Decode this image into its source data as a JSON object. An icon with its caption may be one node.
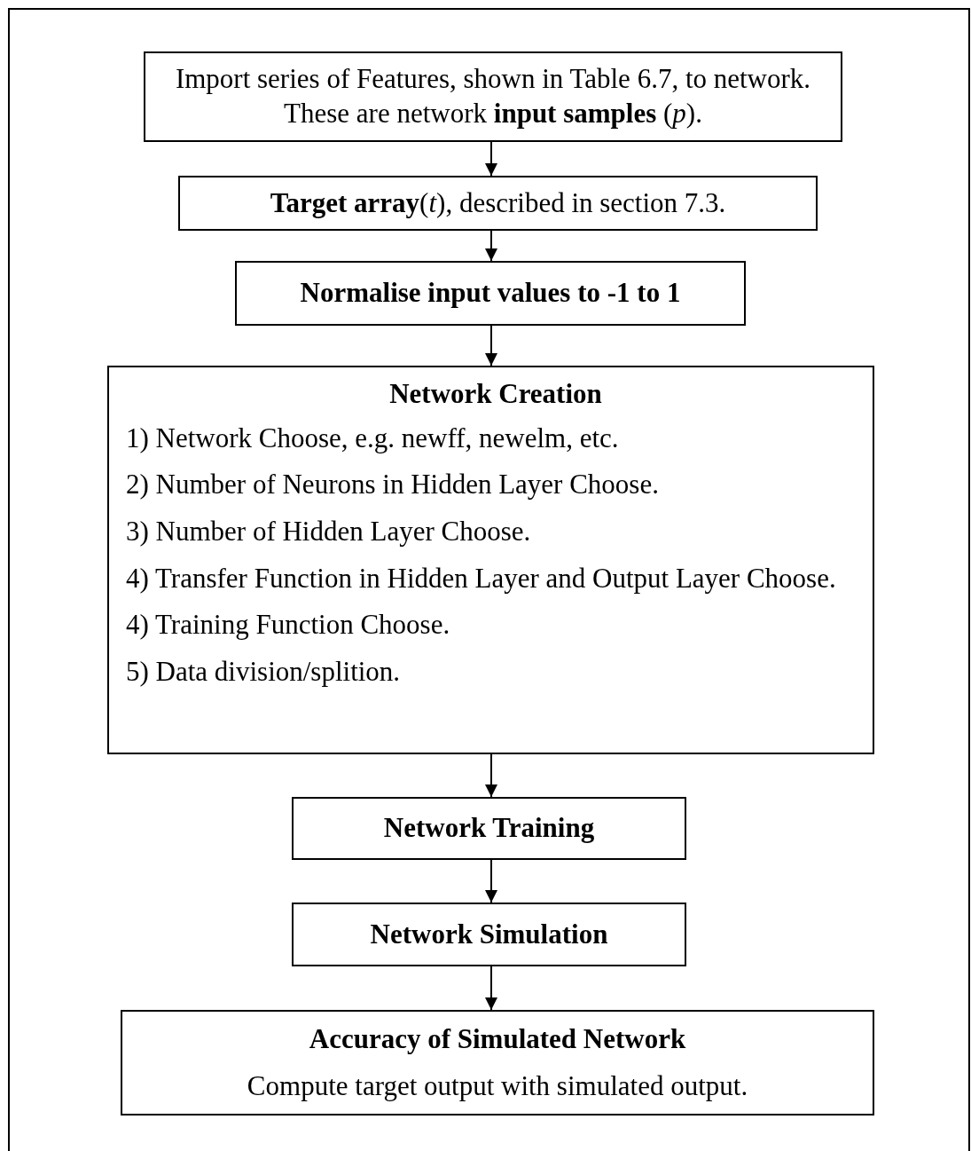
{
  "diagram": {
    "nodes": [
      {
        "text": [
          "Import series of Features, shown in Table 6.7, to network. These are network **input samples** (*p*)."
        ]
      },
      {
        "text": [
          "**Target array**(*t*), described in section 7.3."
        ]
      },
      {
        "text": [
          "Normalise input values to -1 to 1"
        ]
      },
      {
        "text": [
          "Network Creation",
          "1) Network Choose, e.g. newff, newelm, etc.",
          "2) Number of Neurons in Hidden Layer Choose.",
          "3) Number of Hidden Layer Choose.",
          "4) Transfer Function in Hidden Layer and Output Layer Choose.",
          "4) Training Function Choose.",
          "5) Data division/splition."
        ]
      },
      {
        "text": [
          "Network Training"
        ]
      },
      {
        "text": [
          "Network Simulation"
        ]
      },
      {
        "text": [
          "Accuracy of Simulated Network",
          "Compute target output with simulated output."
        ]
      }
    ],
    "edges": [
      {
        "from": 0,
        "to": 1,
        "arrow": "to"
      },
      {
        "from": 1,
        "to": 2,
        "arrow": "to"
      },
      {
        "from": 2,
        "to": 3,
        "arrow": "to"
      },
      {
        "from": 3,
        "to": 4,
        "arrow": "to"
      },
      {
        "from": 4,
        "to": 5,
        "arrow": "to"
      },
      {
        "from": 5,
        "to": 6,
        "arrow": "to"
      }
    ]
  }
}
